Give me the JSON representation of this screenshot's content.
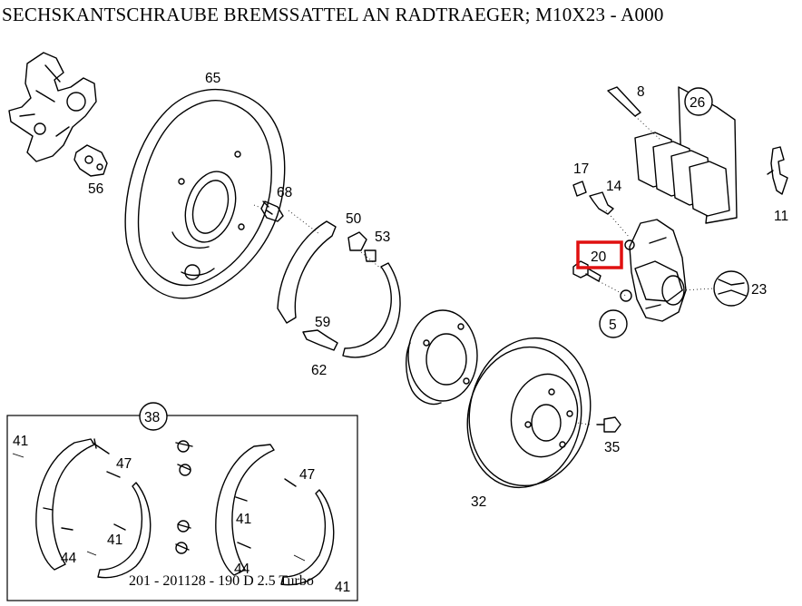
{
  "title": "SECHSKANTSCHRAUBE BREMSSATTEL AN RADTRAEGER; M10X23 - A000",
  "footer": "201 - 201128 - 190 D 2.5 Turbo",
  "highlight_color": "#e01010",
  "part_labels": {
    "p65": "65",
    "p56": "56",
    "p68": "68",
    "p50": "50",
    "p53": "53",
    "p59": "59",
    "p62": "62",
    "p8": "8",
    "p26": "26",
    "p17": "17",
    "p14": "14",
    "p11": "11",
    "p20": "20",
    "p23": "23",
    "p5": "5",
    "p35": "35",
    "p32": "32",
    "p38": "38",
    "p41a": "41",
    "p47a": "47",
    "p41b": "41",
    "p44a": "44",
    "p47b": "47",
    "p41c": "41",
    "p44b": "44",
    "p41d": "41"
  }
}
